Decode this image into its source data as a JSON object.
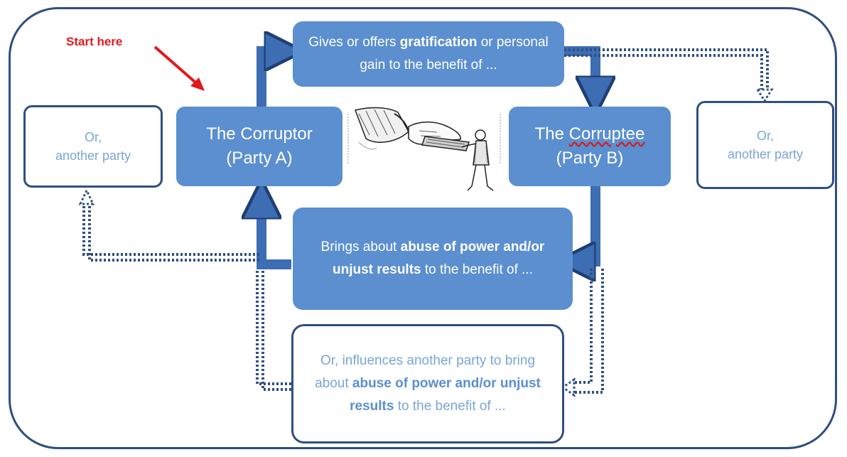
{
  "start_label": "Start here",
  "gives": {
    "pre": "Gives or offers ",
    "bold": "gratification",
    "post": " or personal gain to the benefit of ..."
  },
  "corruptor": {
    "line1": "The Corruptor",
    "line2": "(Party A)"
  },
  "corruptee": {
    "line1_pre": "The ",
    "line1_word": "Corruptee",
    "line2": "(Party B)"
  },
  "left_other": {
    "line1": "Or,",
    "line2": "another party"
  },
  "right_other": {
    "line1": "Or,",
    "line2": "another party"
  },
  "brings": {
    "pre": "Brings about ",
    "bold": "abuse of power and/or unjust results",
    "post": " to the benefit of ..."
  },
  "influences": {
    "pre": "Or, influences another party to bring about ",
    "bold": "abuse of power and/or unjust results",
    "post": " to the benefit of ..."
  },
  "colors": {
    "box_fill": "#5b8fd0",
    "arrow": "#3d6db3",
    "border": "#2f4f7f",
    "outline_text": "#7aa5d8",
    "start": "#e3181b"
  },
  "illustration": "hand-offering-money-to-man"
}
